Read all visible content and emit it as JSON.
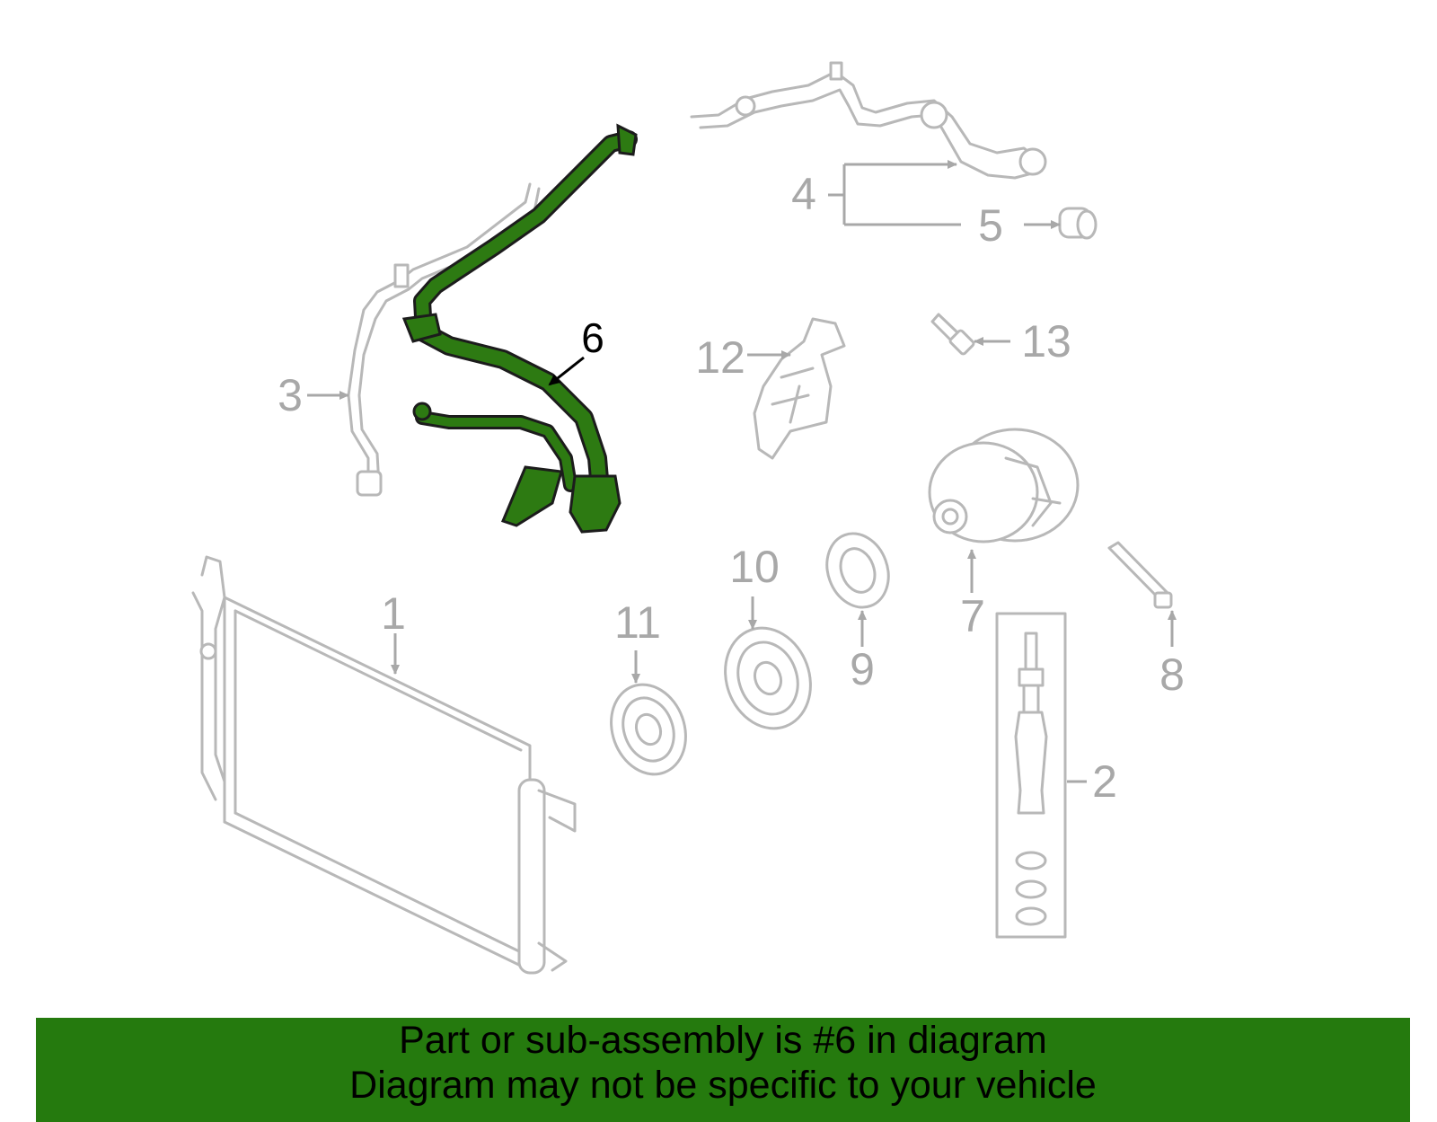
{
  "diagram": {
    "labels": {
      "p1": "1",
      "p2": "2",
      "p3": "3",
      "p4": "4",
      "p5": "5",
      "p6": "6",
      "p7": "7",
      "p8": "8",
      "p9": "9",
      "p10": "10",
      "p11": "11",
      "p12": "12",
      "p13": "13"
    },
    "highlight_part": "6",
    "colors": {
      "highlight": "#2d7a12",
      "line_art": "#b8b8b8",
      "label": "#a8a8a8",
      "banner": "#257a0e"
    }
  },
  "banner": {
    "line1": "Part or sub-assembly is #6 in diagram",
    "line2": "Diagram may not be specific to your vehicle"
  }
}
